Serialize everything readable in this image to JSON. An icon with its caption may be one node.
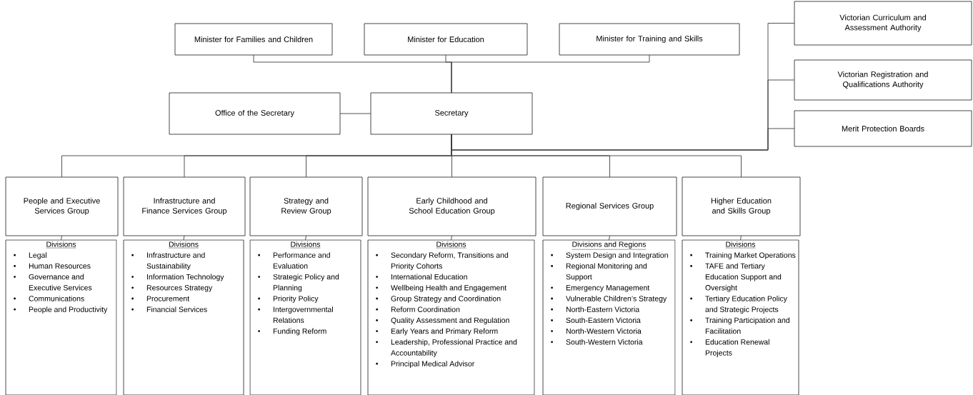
{
  "diagram": {
    "nodes": [
      {
        "text": [
          "Minister for Families and Children"
        ]
      },
      {
        "text": [
          "Minister for Education"
        ]
      },
      {
        "text": [
          "Minister for Training and Skills"
        ]
      },
      {
        "text": [
          "Victorian Curriculum and Assessment Authority"
        ]
      },
      {
        "text": [
          "Victorian Registration and Qualifications Authority"
        ]
      },
      {
        "text": [
          "Merit Protection Boards"
        ]
      },
      {
        "text": [
          "Office of the Secretary"
        ]
      },
      {
        "text": [
          "Secretary"
        ]
      },
      {
        "text": [
          "People and Executive Services Group"
        ]
      },
      {
        "text": [
          "Infrastructure and Finance Services Group"
        ]
      },
      {
        "text": [
          "Strategy and Review Group"
        ]
      },
      {
        "text": [
          "Early Childhood and School Education Group"
        ]
      },
      {
        "text": [
          "Regional Services Group"
        ]
      },
      {
        "text": [
          "Higher Education and Skills Group"
        ]
      },
      {
        "text": [
          "Divisions",
          "Legal",
          "Human Resources",
          "Governance and Executive Services",
          "Communications",
          "People and Productivity"
        ]
      },
      {
        "text": [
          "Divisions",
          "Infrastructure and Sustainability",
          "Information Technology",
          "Resources Strategy",
          "Procurement",
          "Financial Services"
        ]
      },
      {
        "text": [
          "Divisions",
          "Performance and Evaluation",
          "Strategic Policy and Planning",
          "Priority Policy",
          "Intergovernmental Relations",
          "Funding Reform"
        ]
      },
      {
        "text": [
          "Divisions",
          "Secondary Reform, Transitions and Priority Cohorts",
          "International Education",
          "Wellbeing Health and Engagement",
          "Group Strategy and Coordination",
          "Reform Coordination",
          "Quality Assessment and Regulation",
          "Early Years and Primary Reform",
          "Leadership, Professional Practice and Accountability",
          "Principal Medical Advisor"
        ]
      },
      {
        "text": [
          "Divisions and Regions",
          "System Design and Integration",
          "Regional Monitoring and Support",
          "Emergency Management",
          "Vulnerable Children’s Strategy",
          "North-Eastern Victoria",
          "South-Eastern Victoria",
          "North-Western Victoria",
          "South-Western Victoria"
        ]
      },
      {
        "text": [
          "Divisions",
          "Training Market Operations",
          "TAFE and Tertiary Education Support and Oversight",
          "Tertiary Education Policy and Strategic Projects",
          "Training Participation and Facilitation",
          "Education Renewal Projects"
        ]
      }
    ],
    "edges": [
      {
        "from": 0,
        "to": 7,
        "arrow": "none"
      },
      {
        "from": 1,
        "to": 7,
        "arrow": "none"
      },
      {
        "from": 2,
        "to": 7,
        "arrow": "none"
      },
      {
        "from": 6,
        "to": 7,
        "arrow": "none"
      },
      {
        "from": 7,
        "to": 3,
        "arrow": "none"
      },
      {
        "from": 7,
        "to": 4,
        "arrow": "none"
      },
      {
        "from": 7,
        "to": 5,
        "arrow": "none"
      },
      {
        "from": 7,
        "to": 8,
        "arrow": "none"
      },
      {
        "from": 7,
        "to": 9,
        "arrow": "none"
      },
      {
        "from": 7,
        "to": 10,
        "arrow": "none"
      },
      {
        "from": 7,
        "to": 11,
        "arrow": "none"
      },
      {
        "from": 7,
        "to": 12,
        "arrow": "none"
      },
      {
        "from": 7,
        "to": 13,
        "arrow": "none"
      },
      {
        "from": 8,
        "to": 14,
        "arrow": "none"
      },
      {
        "from": 9,
        "to": 15,
        "arrow": "none"
      },
      {
        "from": 10,
        "to": 16,
        "arrow": "none"
      },
      {
        "from": 11,
        "to": 17,
        "arrow": "none"
      },
      {
        "from": 12,
        "to": 18,
        "arrow": "none"
      },
      {
        "from": 13,
        "to": 19,
        "arrow": "none"
      }
    ]
  }
}
